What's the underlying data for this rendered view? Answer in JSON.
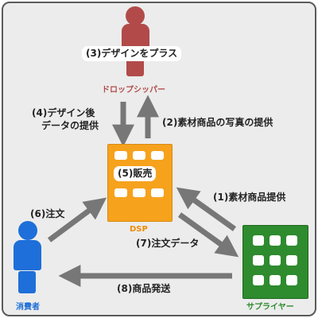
{
  "actors": {
    "dropshipper": {
      "label": "ドロップシッパー",
      "color": "#b24a4a"
    },
    "dsp": {
      "label": "DSP",
      "color": "#f6a21d"
    },
    "consumer": {
      "label": "消費者",
      "color": "#1e6fd9"
    },
    "supplier": {
      "label": "サプライヤー",
      "color": "#2e8b2e"
    }
  },
  "steps": {
    "s1": "(1)素材商品提供",
    "s2": "(2)素材商品の写真の提供",
    "s3": "(3)デザインをプラス",
    "s4_line1": "(4)デザイン後",
    "s4_line2": "データの提供",
    "s5": "(5)販売",
    "s6": "(6)注文",
    "s7": "(7)注文データ",
    "s8": "(8)商品発送"
  }
}
